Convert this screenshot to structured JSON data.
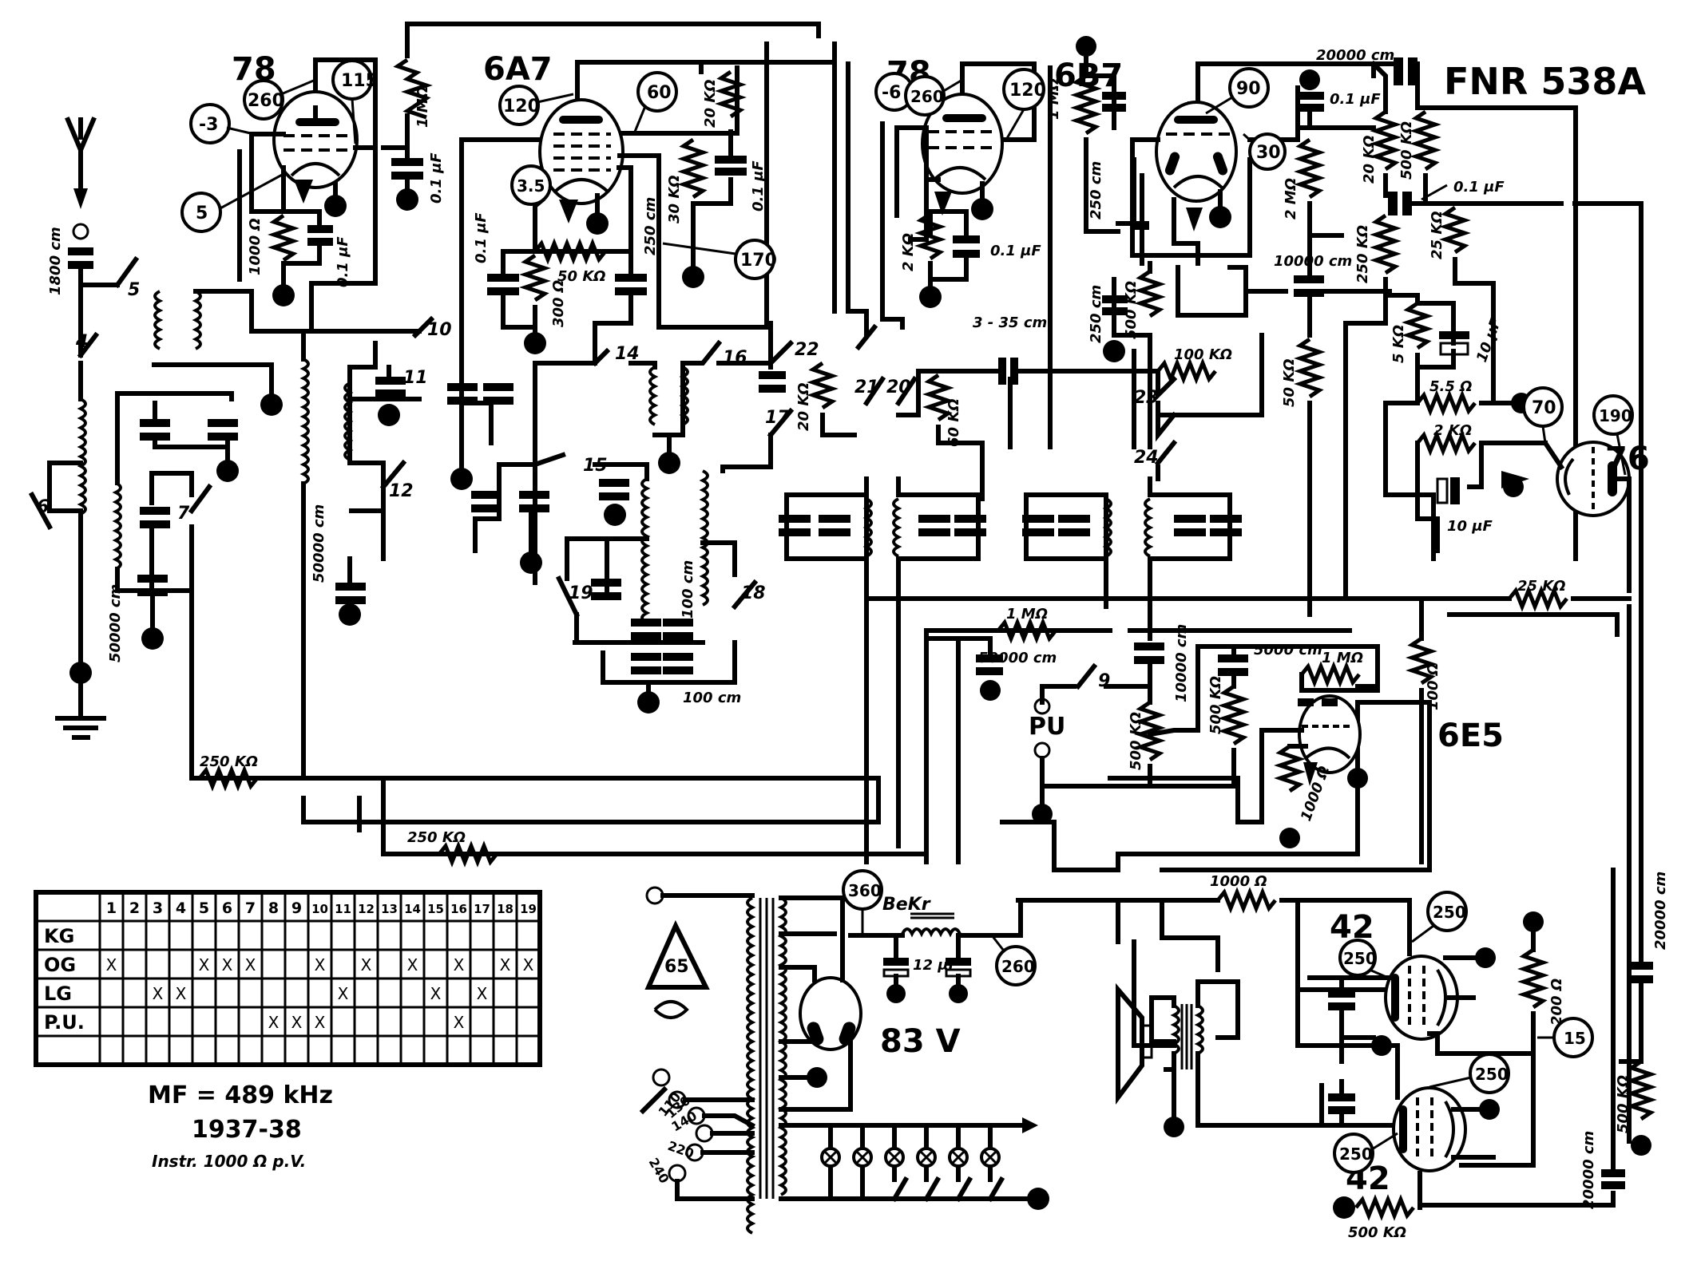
{
  "title": "FNR 538A",
  "tubes": [
    {
      "type": "78",
      "role": "rf-amplifier",
      "voltages": [
        "260",
        "115",
        "-3",
        "5"
      ]
    },
    {
      "type": "6A7",
      "role": "converter",
      "voltages": [
        "120",
        "60",
        "3.5",
        "170"
      ]
    },
    {
      "type": "78",
      "role": "if-amplifier",
      "voltages": [
        "-6",
        "260",
        "120"
      ]
    },
    {
      "type": "6B7",
      "role": "detector-avc",
      "voltages": [
        "90",
        "30"
      ]
    },
    {
      "type": "76",
      "role": "af-driver",
      "voltages": [
        "70",
        "190"
      ]
    },
    {
      "type": "6E5",
      "role": "tuning-indicator",
      "voltages": []
    },
    {
      "type": "42",
      "role": "output-upper",
      "voltages": [
        "250",
        "250"
      ]
    },
    {
      "type": "42",
      "role": "output-lower",
      "voltages": [
        "250",
        "250"
      ]
    },
    {
      "type": "83 V",
      "role": "rectifier",
      "voltages": [
        "360",
        "260"
      ]
    }
  ],
  "labels": {
    "tube_78_a": "78",
    "tube_6a7": "6A7",
    "tube_78_b": "78",
    "tube_6b7": "6B7",
    "tube_76": "76",
    "tube_6e5": "6E5",
    "tube_42_a": "42",
    "tube_42_b": "42",
    "tube_83v": "83 V",
    "model": "FNR 538A",
    "pu": "PU",
    "bekr": "BeKr",
    "fuse": "65",
    "ant_cap": "1800 cm",
    "c_50000_a": "50000 cm",
    "c_50000_b": "50000 cm",
    "r_1000_a": "1000 Ω",
    "c_01_a": "0.1 μF",
    "r_1m_a": "1 MΩ",
    "c_01_b": "0.1 μF",
    "c_01_c": "0.1 μF",
    "r_300": "300 Ω",
    "r_50k": "50 KΩ",
    "c_250": "250 cm",
    "r_30k": "30 KΩ",
    "r_20k_a": "20 KΩ",
    "c_01_d": "0.1 μF",
    "r_2k_a": "2 KΩ",
    "c_01_e": "0.1 μF",
    "r_1m_b": "1 MΩ",
    "c_3_35": "3 - 35 cm",
    "c_250_b": "250 cm",
    "c_250_c": "250 cm",
    "r_500k_a": "500 KΩ",
    "r_100k": "100 KΩ",
    "r_60k": "60 KΩ",
    "c_20000_top": "20000 cm",
    "c_01_f": "0.1 μF",
    "r_2m": "2 MΩ",
    "r_20k_b": "20 KΩ",
    "r_500k_b": "500 KΩ",
    "c_01_g": "0.1 μF",
    "c_10000_a": "10000 cm",
    "r_250k_a": "250 KΩ",
    "r_25k_a": "25 KΩ",
    "r_50k_b": "50 KΩ",
    "r_5k": "5 KΩ",
    "c_10uf_a": "10 μF",
    "r_5_5": "5.5 Ω",
    "r_2k_b": "2 KΩ",
    "c_10uf_b": "10 μF",
    "r_25k_b": "25 KΩ",
    "r_20k_c": "20 KΩ",
    "c_100_a": "100 cm",
    "c_100_b": "100 cm",
    "r_1m_c": "1 MΩ",
    "c_50000_c": "50000 cm",
    "c_10000_b": "10000 cm",
    "r_500k_c": "500 KΩ",
    "r_500k_d": "500 KΩ",
    "c_5000": "5000 cm",
    "r_1m_d": "1 MΩ",
    "r_1000_b": "1000 Ω",
    "r_100": "100 Ω",
    "r_250k_b": "250 KΩ",
    "r_250k_c": "250 KΩ",
    "r_1000_c": "1000 Ω",
    "c_12uf": "12 μF",
    "r_200": "200 Ω",
    "c_20000_a": "20000 cm",
    "c_20000_b": "20000 cm",
    "r_500k_e": "500 KΩ",
    "r_500k_f": "500 KΩ",
    "mains_taps": [
      "110",
      "130",
      "140",
      "220",
      "240"
    ]
  },
  "bubbles": {
    "b260a": "260",
    "b115": "115",
    "bm3": "-3",
    "b5": "5",
    "b120a": "120",
    "b60": "60",
    "b35": "3.5",
    "b170": "170",
    "bm6": "-6",
    "b260b": "260",
    "b120b": "120",
    "b90": "90",
    "b30": "30",
    "b70": "70",
    "b190": "190",
    "b360": "360",
    "b260c": "260",
    "b250a": "250",
    "b250b": "250",
    "b250c": "250",
    "b250d": "250",
    "b15": "15"
  },
  "switch_numbers": [
    "4",
    "5",
    "6",
    "7",
    "9",
    "10",
    "11",
    "12",
    "14",
    "15",
    "16",
    "17",
    "18",
    "19",
    "21",
    "22",
    "23",
    "24",
    "20"
  ],
  "switch_table": {
    "columns": [
      "1",
      "2",
      "3",
      "4",
      "5",
      "6",
      "7",
      "8",
      "9",
      "10",
      "11",
      "12",
      "13",
      "14",
      "15",
      "16",
      "17",
      "18",
      "19"
    ],
    "rows": [
      {
        "label": "KG",
        "marks": []
      },
      {
        "label": "OG",
        "marks": [
          "1",
          "5",
          "6",
          "7",
          "10",
          "12",
          "14",
          "16",
          "18",
          "19"
        ]
      },
      {
        "label": "LG",
        "marks": [
          "3",
          "4",
          "11",
          "15",
          "17"
        ]
      },
      {
        "label": "P.U.",
        "marks": [
          "8",
          "9",
          "10",
          "16"
        ]
      },
      {
        "label": "",
        "marks": []
      }
    ],
    "mark_glyph": "X"
  },
  "notes": {
    "mf": "MF = 489 kHz",
    "year": "1937-38",
    "instr": "Instr. 1000 Ω p.V."
  }
}
